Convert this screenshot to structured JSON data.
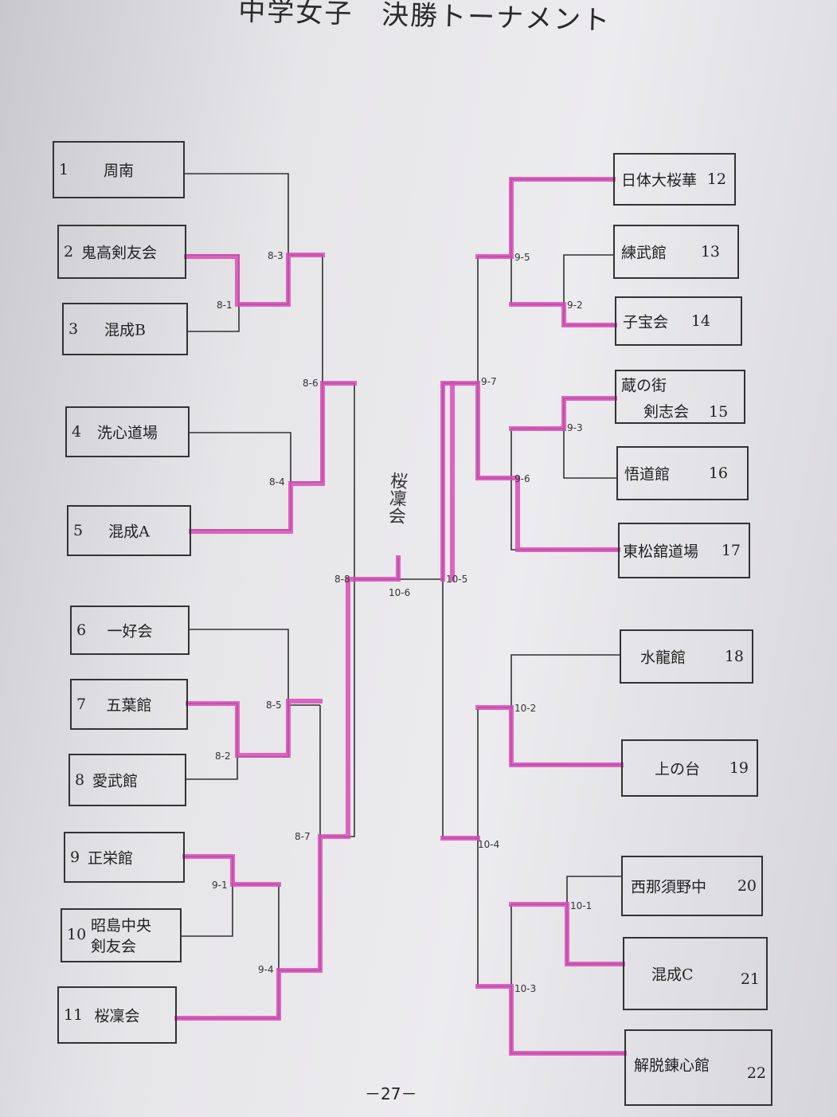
{
  "title": "中学女子　決勝トーナメント",
  "page_number": "－27－",
  "winner_note": "桜凜会",
  "teams_left": [
    {
      "num": "1",
      "name": "周南"
    },
    {
      "num": "2",
      "name": "鬼高剣友会"
    },
    {
      "num": "3",
      "name": "混成B"
    },
    {
      "num": "4",
      "name": "洗心道場"
    },
    {
      "num": "5",
      "name": "混成A"
    },
    {
      "num": "6",
      "name": "一好会"
    },
    {
      "num": "7",
      "name": "五葉館"
    },
    {
      "num": "8",
      "name": "愛武館"
    },
    {
      "num": "9",
      "name": "正栄館"
    },
    {
      "num": "10",
      "name": "昭島中央",
      "name2": "剣友会"
    },
    {
      "num": "11",
      "name": "桜凜会"
    }
  ],
  "teams_right": [
    {
      "num": "12",
      "name": "日体大桜華"
    },
    {
      "num": "13",
      "name": "練武館"
    },
    {
      "num": "14",
      "name": "子宝会"
    },
    {
      "num": "15",
      "name": "蔵の街",
      "name2": "剣志会"
    },
    {
      "num": "16",
      "name": "悟道館"
    },
    {
      "num": "17",
      "name": "東松舘道場"
    },
    {
      "num": "18",
      "name": "水龍館"
    },
    {
      "num": "19",
      "name": "上の台"
    },
    {
      "num": "20",
      "name": "西那須野中"
    },
    {
      "num": "21",
      "name": "混成C"
    },
    {
      "num": "22",
      "name": "解脱錬心館"
    }
  ],
  "matches": {
    "m8_1": "8-1",
    "m8_2": "8-2",
    "m8_3": "8-3",
    "m8_4": "8-4",
    "m8_5": "8-5",
    "m8_6": "8-6",
    "m8_7": "8-7",
    "m8_8": "8-8",
    "m9_1": "9-1",
    "m9_2": "9-2",
    "m9_3": "9-3",
    "m9_4": "9-4",
    "m9_5": "9-5",
    "m9_6": "9-6",
    "m9_7": "9-7",
    "m10_1": "10-1",
    "m10_2": "10-2",
    "m10_3": "10-3",
    "m10_4": "10-4",
    "m10_5": "10-5",
    "m10_6": "10-6"
  },
  "colors": {
    "highlight": "#d84cb8",
    "line": "#333333"
  }
}
